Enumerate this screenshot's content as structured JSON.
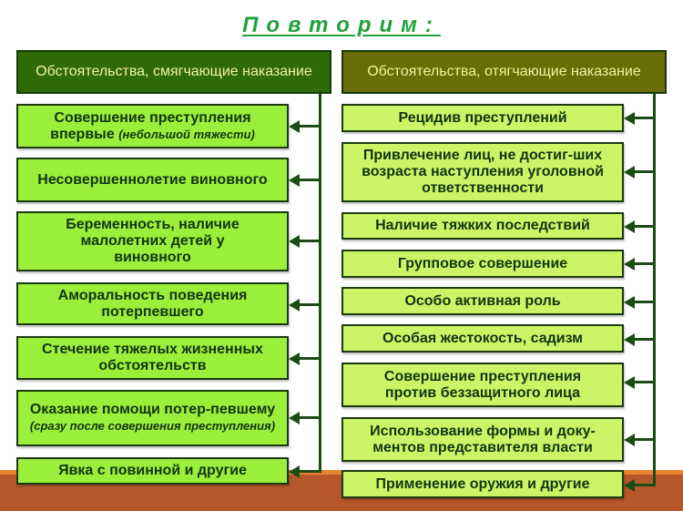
{
  "title": "Повторим:",
  "colors": {
    "title": "#1fa33a",
    "left_header_bg": "#2e6b06",
    "right_header_bg": "#6a6c05",
    "header_text": "#f3f39c",
    "left_box_bg": "#9bee3a",
    "right_box_bg": "#cbf466",
    "box_text": "#123512",
    "connector": "#1a4d12",
    "band": "#b9572c",
    "band_stripe": "#e8842e"
  },
  "left": {
    "header": "Обстоятельства, смягчающие наказание",
    "items": [
      {
        "main": "Совершение преступления впервые",
        "note": "(небольшой тяжести)"
      },
      {
        "main": "Несовершеннолетие виновного",
        "note": ""
      },
      {
        "main": "Беременность, наличие малолетних детей у виновного",
        "note": ""
      },
      {
        "main": "Аморальность поведения потерпевшего",
        "note": ""
      },
      {
        "main": "Стечение тяжелых жизненных обстоятельств",
        "note": ""
      },
      {
        "main": "Оказание помощи потер-певшему",
        "note": "(сразу после совершения преступления)"
      },
      {
        "main": "Явка с повинной и другие",
        "note": ""
      }
    ]
  },
  "right": {
    "header": "Обстоятельства, отягчающие наказание",
    "items": [
      {
        "main": "Рецидив преступлений"
      },
      {
        "main": "Привлечение лиц, не достиг-ших возраста наступления уголовной ответственности"
      },
      {
        "main": "Наличие тяжких последствий"
      },
      {
        "main": "Групповое совершение"
      },
      {
        "main": "Особо активная роль"
      },
      {
        "main": "Особая жестокость, садизм"
      },
      {
        "main": "Совершение преступления против беззащитного лица"
      },
      {
        "main": "Использование формы и доку-ментов представителя власти"
      },
      {
        "main": "Применение оружия и другие"
      }
    ]
  }
}
